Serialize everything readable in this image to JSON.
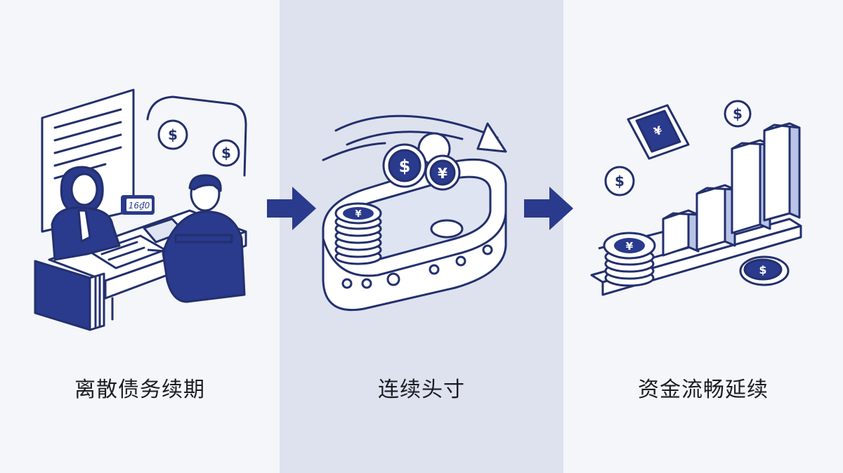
{
  "steps": [
    {
      "label": "离散债务续期",
      "icon": "loan-meeting-icon",
      "screen_text": "16₫0"
    },
    {
      "label": "连续头寸",
      "icon": "coin-conveyor-icon"
    },
    {
      "label": "资金流畅延续",
      "icon": "growth-bars-icon"
    }
  ],
  "colors": {
    "navy": "#2a3a8c",
    "line": "#23306e",
    "light": "#ffffff",
    "mid_bg": "#dde2ee",
    "side_bg": "#f5f6f9"
  }
}
